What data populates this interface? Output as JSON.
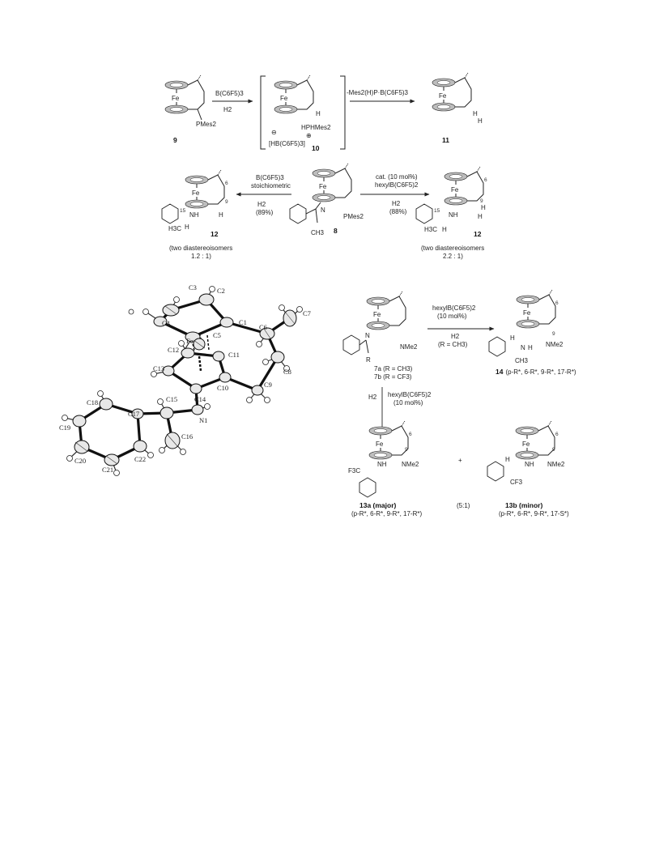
{
  "compounds": {
    "c9": "9",
    "c10": "10",
    "c11": "11",
    "c12_left": "12",
    "c8": "8",
    "c12_right": "12",
    "c14": "14",
    "c7ab_line1": "7a (R = CH3)",
    "c7ab_line2": "7b (R = CF3)",
    "c13a": "13a (major)",
    "c13b": "13b (minor)"
  },
  "atoms": {
    "fe": "Fe",
    "pmes2": "PMes2",
    "hpmes2": "HPHMes2",
    "h": "H",
    "nh": "NH",
    "n": "N",
    "nme2": "NMe2",
    "h3c": "H3C",
    "ch3": "CH3",
    "cf3": "CF3",
    "f3c": "F3C",
    "r": "R",
    "num6": "6",
    "num9": "9",
    "num15": "15",
    "minus": "⊖",
    "plus": "⊕",
    "counterion": "[HB(C6F5)3]"
  },
  "reagents": {
    "r1_top": "B(C6F5)3",
    "r1_bottom": "H2",
    "r2_top": "-Mes2(H)P·B(C6F5)3",
    "r3_top1": "B(C6F5)3",
    "r3_top2": "stoichiometric",
    "r3_bottom1": "H2",
    "r3_bottom2": "(89%)",
    "r4_top1": "cat. (10 mol%)",
    "r4_top2": "hexylB(C6F5)2",
    "r4_bottom1": "H2",
    "r4_bottom2": "(88%)",
    "r5_top1": "hexylB(C6F5)2",
    "r5_top2": "(10 mol%)",
    "r5_bottom1": "H2",
    "r5_bottom2": "(R = CH3)",
    "r6_left": "H2",
    "r6_right1": "hexylB(C6F5)2",
    "r6_right2": "(10 mol%)"
  },
  "notes": {
    "diast_left1": "(two diastereoisomers",
    "diast_left2": "1.2 : 1)",
    "diast_right1": "(two diastereoisomers",
    "diast_right2": "2.2 : 1)",
    "c14_config": "(p-R*, 6-R*, 9-R*, 17-R*)",
    "c13a_config": "(p-R*, 6-R*, 9-R*, 17-R*)",
    "c13b_config": "(p-R*, 6-R*, 9-R*, 17-S*)",
    "ratio": "(5:1)",
    "plus_sign": "+"
  },
  "ortep_labels": {
    "C1": "C1",
    "C2": "C2",
    "C3": "C3",
    "C4": "C4",
    "C5": "C5",
    "C6": "C6",
    "C7": "C7",
    "C8": "C8",
    "C9": "C9",
    "C10": "C10",
    "C11": "C11",
    "C12": "C12",
    "C13": "C13",
    "C14": "C14",
    "C15": "C15",
    "C16": "C16",
    "C17": "C17",
    "C18": "C18",
    "C19": "C19",
    "C20": "C20",
    "C21": "C21",
    "C22": "C22",
    "Fe": "Fe",
    "N1": "N1"
  }
}
